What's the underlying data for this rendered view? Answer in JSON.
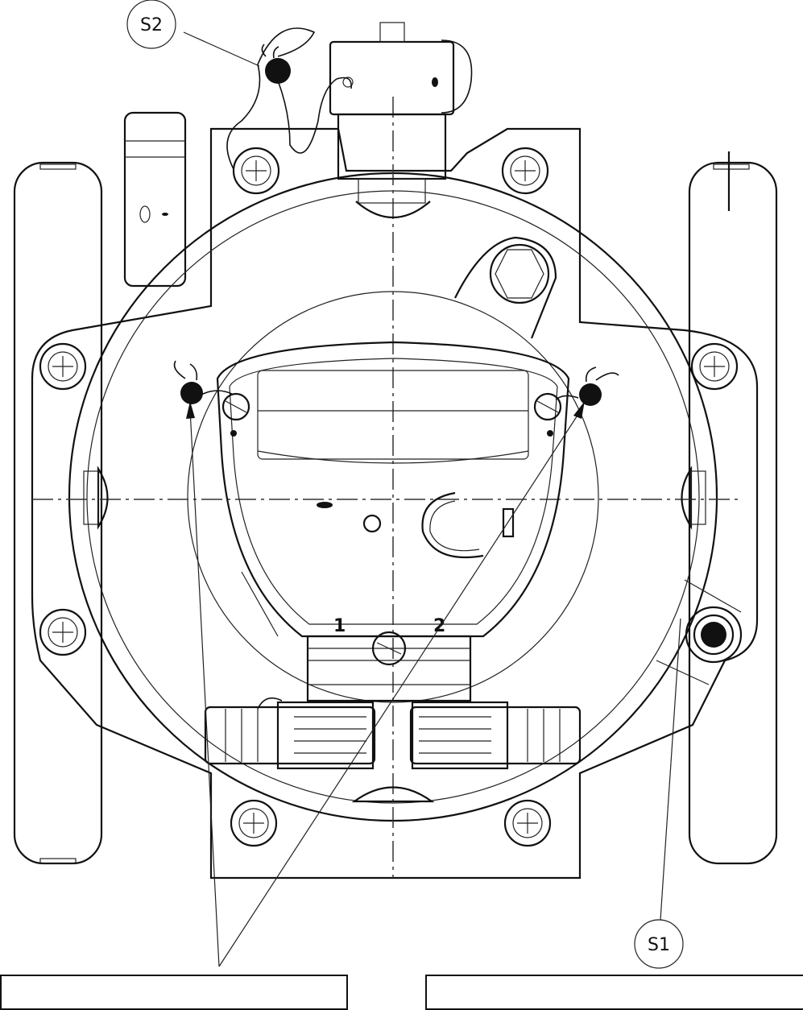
{
  "callouts": {
    "s2": "S2",
    "s1": "S1"
  },
  "terminals": {
    "t1": "1",
    "t2": "2"
  },
  "colors": {
    "line": "#111111",
    "background": "#ffffff"
  }
}
